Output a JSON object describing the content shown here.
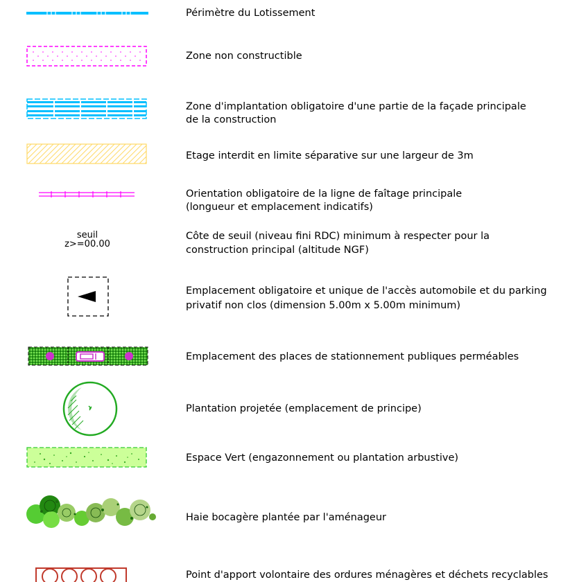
{
  "legend": {
    "items": [
      {
        "label": "Périmètre du Lotissement"
      },
      {
        "label": "Zone non constructible"
      },
      {
        "label": "Zone d'implantation obligatoire d'une partie de la façade principale"
      },
      {
        "label": "de la construction"
      },
      {
        "label": "Etage interdit en limite séparative sur une largeur de 3m"
      },
      {
        "label": "Orientation obligatoire de la ligne de faîtage principale"
      },
      {
        "label": "(longueur et emplacement indicatifs)"
      },
      {
        "label": "Côte de seuil (niveau fini RDC) minimum à respecter pour la"
      },
      {
        "label": "construction principal (altitude NGF)"
      },
      {
        "label": "Emplacement obligatoire et unique de l'accès automobile et du parking"
      },
      {
        "label": "privatif non clos (dimension 5.00m x 5.00m minimum)"
      },
      {
        "label": "Emplacement des places de stationnement publiques perméables"
      },
      {
        "label": "Plantation projetée (emplacement de principe)"
      },
      {
        "label": "Espace Vert (engazonnement ou plantation arbustive)"
      },
      {
        "label": "Haie bocagère plantée par l'aménageur"
      },
      {
        "label": "Point d'apport volontaire des ordures ménagères et déchets recyclables"
      }
    ],
    "seuil": {
      "word": "seuil",
      "value": "z>=00.00"
    }
  },
  "colors": {
    "cyan": "#00bfff",
    "magenta": "#ff00ff",
    "yellow": "#ffd966",
    "green": "#22aa22",
    "light_green": "#ccff99",
    "purple": "#cc33cc",
    "brick": "#c0392b"
  }
}
